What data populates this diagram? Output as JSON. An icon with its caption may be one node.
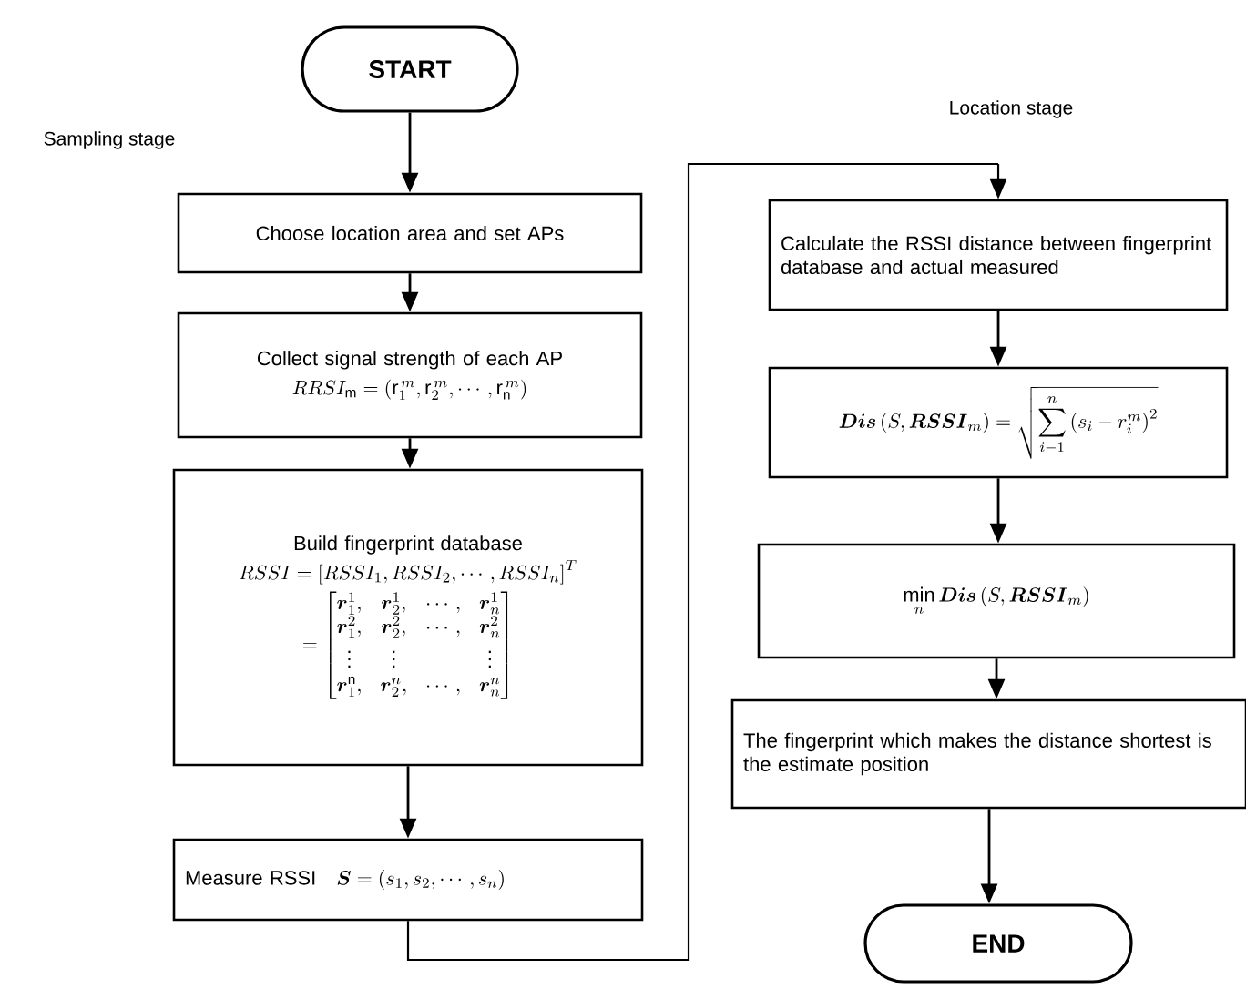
{
  "diagram": {
    "nodes": [
      {
        "text": [
          "START"
        ]
      },
      {
        "text": [
          "Choose location area and set APs"
        ]
      },
      {
        "text": [
          "Collect signal strength of each AP",
          "RRSI_{\\mathrm{m}}=\\left(\\mathrm{r}_1^{\\,m},\\mathrm{r}_2^{\\,m},\\cdots,\\mathrm{r}_{\\mathrm{n}}^{\\,m}\\right)"
        ]
      },
      {
        "text": [
          "Build fingerprint database",
          "RSSI=\\left[RSSI_1,RSSI_2,\\cdots,RSSI_n\\right]^T",
          "=\\begin{bmatrix}\\boldsymbol{r}_1^1, & \\boldsymbol{r}_2^1, & \\cdots, & \\boldsymbol{r}_n^1\\\\ \\boldsymbol{r}_1^2, & \\boldsymbol{r}_2^2, & \\cdots, & \\boldsymbol{r}_n^2\\\\ \\vdots & \\vdots & & \\vdots\\\\ \\boldsymbol{r}_1^{\\mathrm{n}}, & \\boldsymbol{r}_2^n, & \\cdots, & \\boldsymbol{r}_n^n\\end{bmatrix}"
        ]
      },
      {
        "text": [
          "Measure RSSI",
          "\\boldsymbol{S}=\\left(s_1,s_2,\\cdots,s_n\\right)"
        ]
      },
      {
        "text": [
          "Calculate the RSSI distance between fingerprint database and actual measured"
        ]
      },
      {
        "text": [
          "\\boldsymbol{Dis}\\left(S,\\boldsymbol{RSSI}_m\\right)=\\sqrt{\\sum_{i-1}^{n}\\left(s_i-r_i^m\\right)^2}"
        ]
      },
      {
        "text": [
          "\\min\\limits_n \\boldsymbol{Dis}\\left(S,\\boldsymbol{RSSI}_m\\right)"
        ]
      },
      {
        "text": [
          "The fingerprint which makes the distance shortest is the estimate position"
        ]
      },
      {
        "text": [
          "END"
        ]
      }
    ],
    "edges": [
      {
        "from": 0,
        "to": 1,
        "arrow": "to"
      },
      {
        "from": 1,
        "to": 2,
        "arrow": "to"
      },
      {
        "from": 2,
        "to": 3,
        "arrow": "to"
      },
      {
        "from": 3,
        "to": 4,
        "arrow": "to"
      },
      {
        "from": 4,
        "to": 5,
        "arrow": "to"
      },
      {
        "from": 5,
        "to": 6,
        "arrow": "to"
      },
      {
        "from": 6,
        "to": 7,
        "arrow": "to"
      },
      {
        "from": 7,
        "to": 8,
        "arrow": "to"
      },
      {
        "from": 8,
        "to": 9,
        "arrow": "to"
      }
    ],
    "labels": [
      "Sampling stage",
      "Location stage"
    ]
  }
}
